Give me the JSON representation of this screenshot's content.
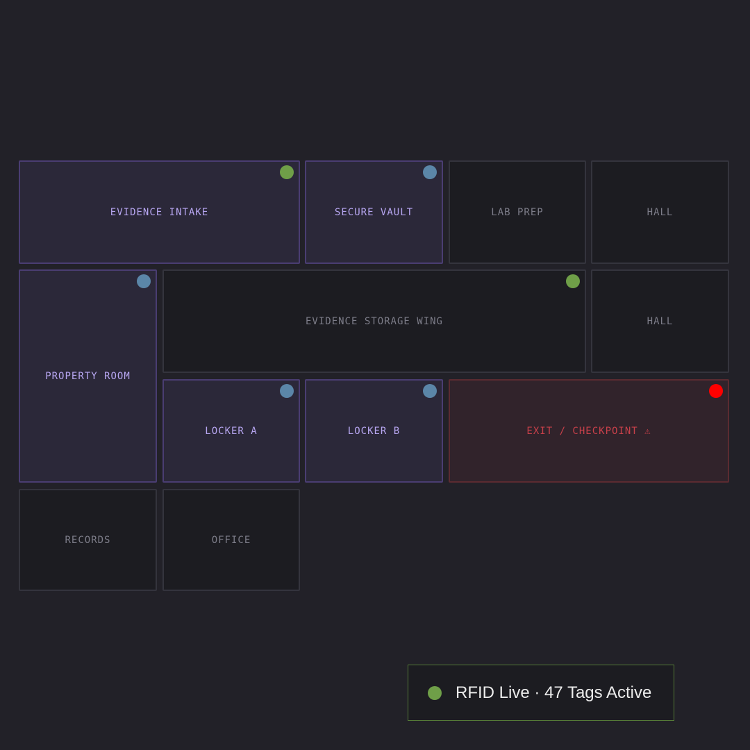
{
  "colors": {
    "green": "#6f9f48",
    "blue": "#5b86a8",
    "red": "#ff0000"
  },
  "rooms": [
    {
      "label": "EVIDENCE INTAKE",
      "state": "active",
      "dot": "green"
    },
    {
      "label": "SECURE VAULT",
      "state": "active",
      "dot": "blue"
    },
    {
      "label": "LAB PREP",
      "state": "idle"
    },
    {
      "label": "HALL",
      "state": "idle"
    },
    {
      "label": "PROPERTY ROOM",
      "state": "active",
      "dot": "blue"
    },
    {
      "label": "EVIDENCE STORAGE WING",
      "state": "idle",
      "dot": "green"
    },
    {
      "label": "HALL",
      "state": "idle"
    },
    {
      "label": "LOCKER A",
      "state": "active",
      "dot": "blue"
    },
    {
      "label": "LOCKER B",
      "state": "active",
      "dot": "blue"
    },
    {
      "label": "EXIT / CHECKPOINT ⚠",
      "state": "alert",
      "dot": "red"
    },
    {
      "label": "RECORDS",
      "state": "idle"
    },
    {
      "label": "OFFICE",
      "state": "idle"
    }
  ],
  "status": {
    "text": "RFID Live · 47 Tags Active"
  }
}
